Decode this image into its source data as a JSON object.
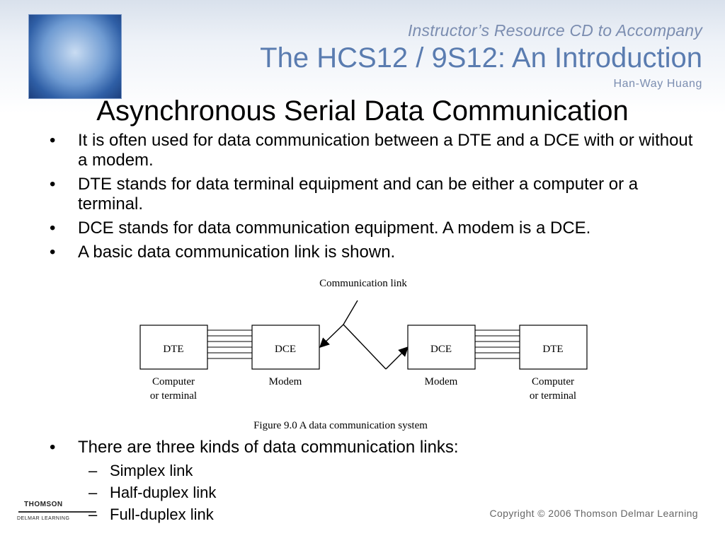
{
  "header": {
    "line1": "Instructor’s Resource CD to Accompany",
    "line2": "The HCS12 / 9S12: An Introduction",
    "author": "Han-Way Huang"
  },
  "slide": {
    "title": "Asynchronous Serial Data Communication",
    "bullets": [
      "It is often used for data communication between a DTE and a DCE with or without a modem.",
      "DTE stands for data terminal equipment and can be either a computer or a terminal.",
      "DCE stands for data communication equipment. A modem is a DCE.",
      "A basic data communication link is shown."
    ],
    "bullet_symbol": "•"
  },
  "figure": {
    "link_label": "Communication link",
    "boxes": [
      "DTE",
      "DCE",
      "DCE",
      "DTE"
    ],
    "labels": {
      "left_dte": [
        "Computer",
        "or terminal"
      ],
      "left_dce": "Modem",
      "right_dce": "Modem",
      "right_dte": [
        "Computer",
        "or terminal"
      ]
    },
    "caption": "Figure 9.0 A data communication system"
  },
  "links_section": {
    "intro": "There are three kinds of data communication links:",
    "items": [
      "Simplex link",
      "Half-duplex link",
      "Full-duplex link"
    ],
    "dash_symbol": "–"
  },
  "footer": {
    "publisher_top": "THOMSON",
    "publisher_bottom": "DELMAR LEARNING",
    "copyright": "Copyright © 2006 Thomson Delmar Learning"
  }
}
